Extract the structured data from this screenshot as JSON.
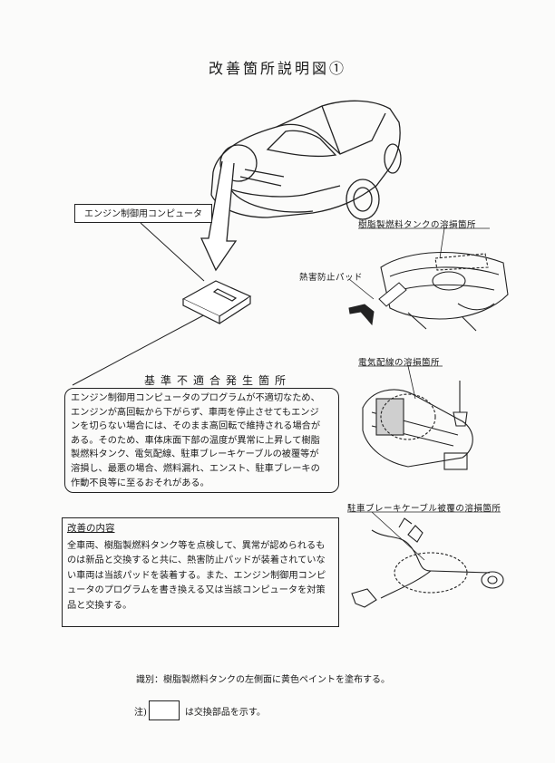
{
  "page": {
    "title": "改善箇所説明図①"
  },
  "labels": {
    "ecu": "エンジン制御用コンピュータ",
    "fuel_tank_damage": "樹脂製燃料タンクの溶損箇所",
    "heat_shield_pad": "熱害防止パッド",
    "wiring_damage": "電気配線の溶損箇所",
    "brake_cable_damage": "駐車ブレーキケーブル被覆の溶損箇所"
  },
  "noncompliance": {
    "title": "基準不適合発生箇所",
    "lines": [
      "エンジン制御用コンピュータのプログラムが不適切なため、",
      "エンジンが高回転から下がらず、車両を停止させてもエンジ",
      "ンを切らない場合には、そのまま高回転で維持される場合が",
      "ある。そのため、車体床面下部の温度が異常に上昇して樹脂",
      "製燃料タンク、電気配線、駐車ブレーキケーブルの被覆等が",
      "溶損し、最悪の場合、燃料漏れ、エンスト、駐車ブレーキの",
      "作動不良等に至るおそれがある。"
    ]
  },
  "remedy": {
    "title": "改善の内容",
    "lines": [
      "全車両、樹脂製燃料タンク等を点検して、異常が認められるも",
      "のは新品と交換すると共に、熱害防止パッドが装着されていな",
      "い車両は当該パッドを装着する。また、エンジン制御用コンピ",
      "ュータのプログラムを書き換える又は当該コンピュータを対策",
      "品と交換する。"
    ]
  },
  "notes": {
    "identification": "識別：樹脂製燃料タンクの左側面に黄色ペイントを塗布する。",
    "legend_prefix": "注)",
    "legend_suffix": "は交換部品を示す。"
  }
}
